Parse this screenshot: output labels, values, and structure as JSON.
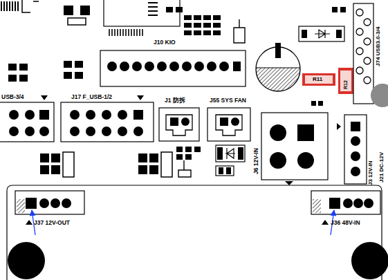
{
  "diagram": {
    "labels": [
      "J10 KIO",
      "USB-3/4",
      "J17 F_USB-1/2",
      "J1 防拆",
      "J55 SYS FAN",
      "J6 12V-IN",
      "J3 12V-IN",
      "J21 DC-12V",
      "J74 USB3.0-3/4",
      "R11",
      "R12",
      "J37 12V-OUT",
      "J36 48V-IN"
    ]
  }
}
